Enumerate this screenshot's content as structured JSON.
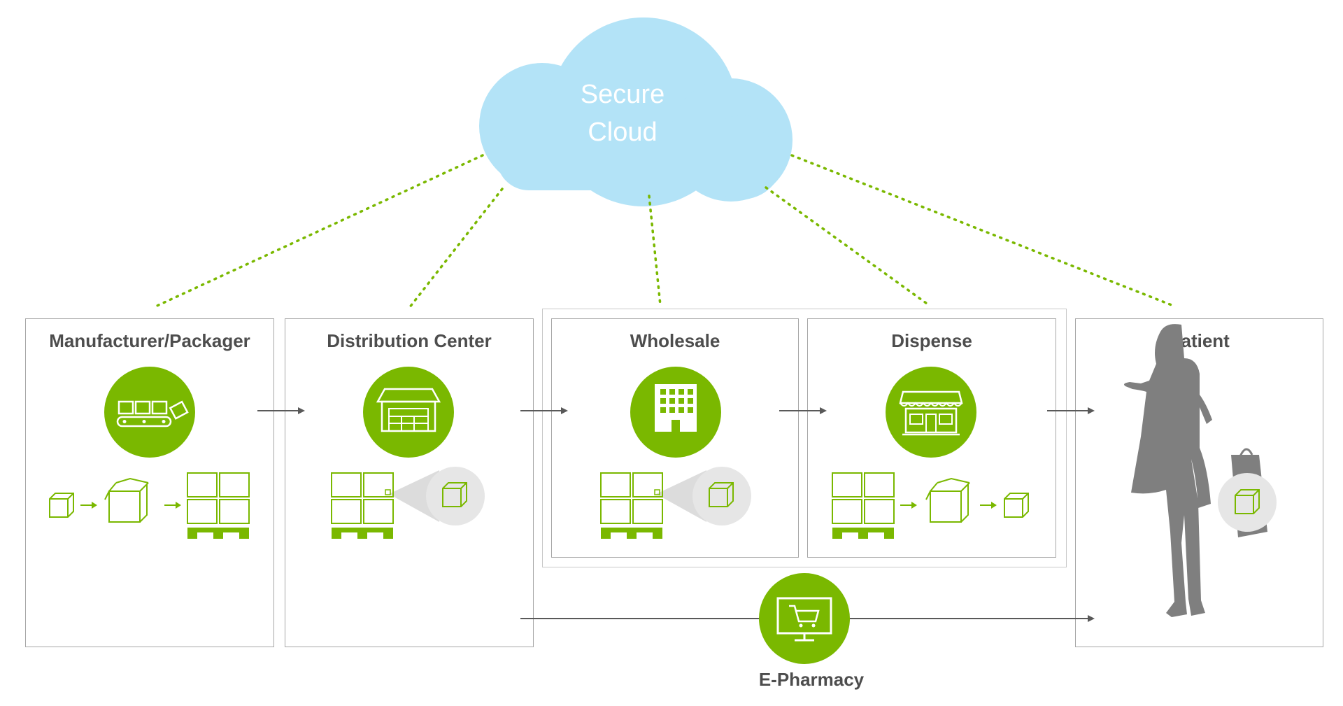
{
  "cloud": {
    "line1": "Secure",
    "line2": "Cloud"
  },
  "stages": [
    {
      "id": "manufacturer",
      "title": "Manufacturer/Packager"
    },
    {
      "id": "distribution",
      "title": "Distribution Center"
    },
    {
      "id": "wholesale",
      "title": "Wholesale"
    },
    {
      "id": "dispense",
      "title": "Dispense"
    },
    {
      "id": "patient",
      "title": "Patient"
    }
  ],
  "epharmacy": {
    "label": "E-Pharmacy"
  },
  "colors": {
    "accent_green": "#7ab800",
    "cloud_blue": "#b3e3f7",
    "arrow_gray": "#595959",
    "border_gray": "#a6a6a6",
    "silhouette_gray": "#7f7f7f",
    "badge_gray": "#e6e6e6"
  },
  "icons": {
    "manufacturer": "conveyor-belt-icon",
    "distribution": "warehouse-icon",
    "wholesale": "office-building-icon",
    "dispense": "pharmacy-storefront-icon",
    "epharmacy": "computer-shopping-cart-icon",
    "patient": "woman-silhouette-icon"
  }
}
